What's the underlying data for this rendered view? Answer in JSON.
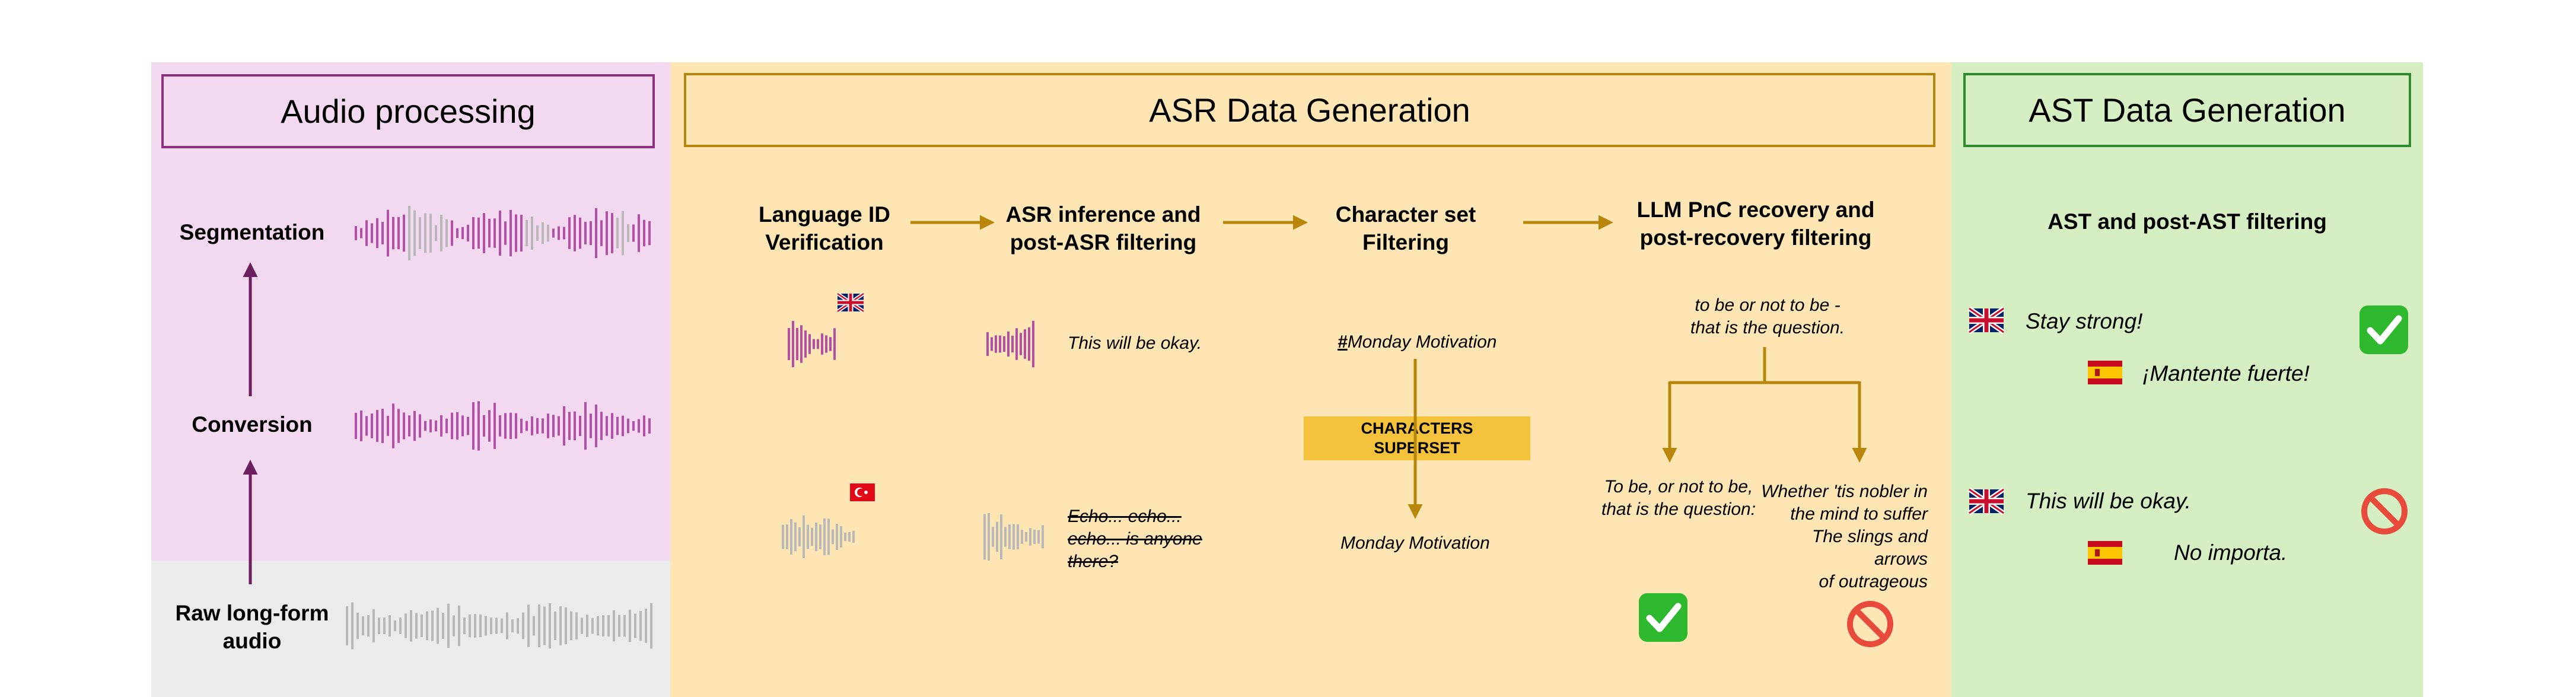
{
  "audio_panel": {
    "title": "Audio processing",
    "segmentation_label": "Segmentation",
    "conversion_label": "Conversion",
    "raw_label_line1": "Raw long-form",
    "raw_label_line2": "audio",
    "colors": {
      "background": "#f3d9f0",
      "raw_background": "#ebebeb",
      "accent": "#8b2f7e",
      "wave_purple": "#b34fa5",
      "wave_gray": "#b8b8b8"
    }
  },
  "asr_panel": {
    "title": "ASR Data Generation",
    "steps": [
      {
        "line1": "Language ID",
        "line2": "Verification"
      },
      {
        "line1": "ASR inference and",
        "line2": "post-ASR filtering"
      },
      {
        "line1": "Character set",
        "line2": "Filtering"
      },
      {
        "line1": "LLM PnC recovery and",
        "line2": "post-recovery filtering"
      }
    ],
    "asr_good_text": "This will be okay.",
    "asr_bad_line1": "Echo... echo...",
    "asr_bad_line2": "echo... is anyone",
    "asr_bad_line3": "there?",
    "charset_hash": "#",
    "charset_input_rest": "Monday Motivation",
    "charset_box_line1": "CHARACTERS",
    "charset_box_line2": "SUPERSET",
    "charset_output": "Monday Motivation",
    "pnc_input_line1": "to be or not to be -",
    "pnc_input_line2": "that is the question.",
    "pnc_left_line1": "To be, or not to be,",
    "pnc_left_line2": "that is the question:",
    "pnc_right_line1": "Whether 'tis nobler in",
    "pnc_right_line2": "the mind to suffer",
    "pnc_right_line3": "The slings and arrows",
    "pnc_right_line4": "of outrageous",
    "colors": {
      "background": "#fde6b4",
      "accent": "#b8860b",
      "box": "#f5c23c"
    }
  },
  "ast_panel": {
    "title": "AST Data Generation",
    "subtitle": "AST and post-AST filtering",
    "pair1_source": "Stay strong!",
    "pair1_target": "¡Mantente fuerte!",
    "pair2_source": "This will be okay.",
    "pair2_target": "No importa.",
    "colors": {
      "background": "#d5efc2",
      "accent": "#2e8b2e"
    }
  },
  "icons": [
    "uk-flag-icon",
    "turkey-flag-icon",
    "spain-flag-icon",
    "check-icon",
    "prohibited-icon",
    "waveform-icon",
    "arrow-icon"
  ],
  "status_colors": {
    "pass": "#2db82d",
    "fail": "#e84b3c"
  }
}
